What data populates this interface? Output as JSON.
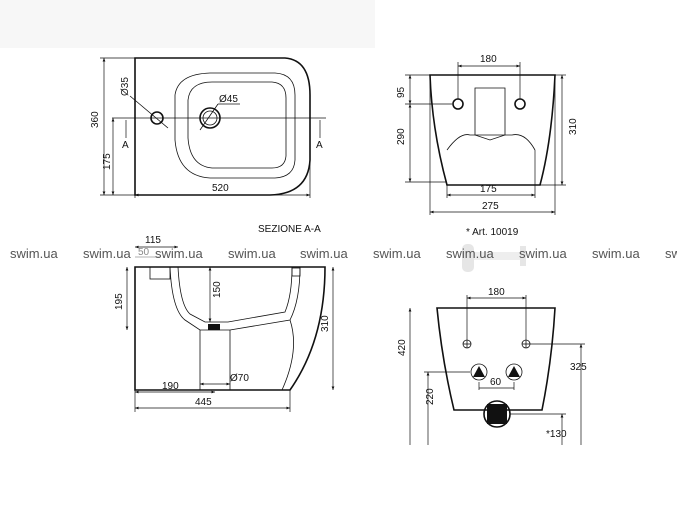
{
  "top_view": {
    "dia_small": "Ø35",
    "dia_large": "Ø45",
    "height": "360",
    "center_height": "175",
    "width": "520",
    "section_mark": "A"
  },
  "front_view": {
    "hole_spacing": "180",
    "top_offset": "95",
    "lower_height": "290",
    "total_height": "310",
    "base_width": "175",
    "total_width": "275"
  },
  "section": {
    "title": "SEZIONE A-A",
    "d115": "115",
    "d50": "50",
    "d195": "195",
    "d150": "150",
    "d310": "310",
    "d190": "190",
    "d70": "Ø70",
    "d445": "445"
  },
  "accessory": {
    "label": "* Art. 10019"
  },
  "rear_view": {
    "hole_spacing": "180",
    "height": "420",
    "hole_height": "325",
    "inlet_height": "220",
    "inlet_spacing": "60",
    "outlet_height": "*130"
  },
  "watermark": "swim.ua"
}
